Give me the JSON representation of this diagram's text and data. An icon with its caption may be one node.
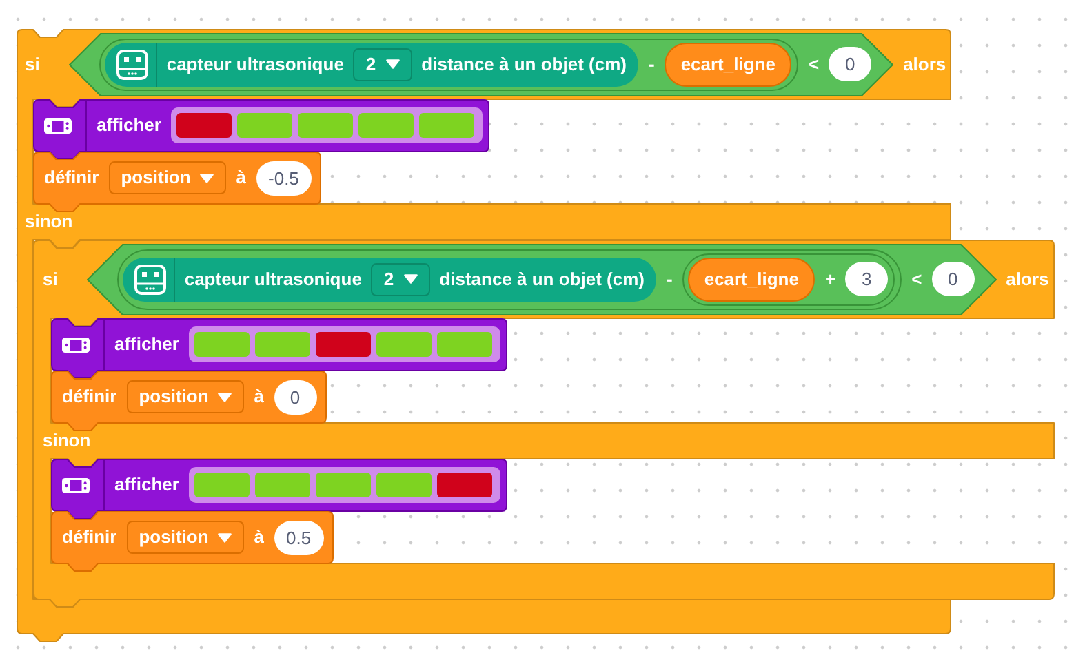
{
  "diagram": {
    "nodes": [
      {
        "text": [
          "si",
          "alors",
          "sinon"
        ]
      },
      {
        "text": [
          "<"
        ],
        "in": 0
      },
      {
        "text": [
          "-"
        ],
        "in": 1
      },
      {
        "text": [
          "capteur ultrasonique",
          "distance à un objet (cm)"
        ],
        "in": 2
      },
      {
        "text": [
          "2"
        ],
        "in": 3
      },
      {
        "text": [
          "ecart_ligne"
        ],
        "in": 2
      },
      {
        "text": [
          "0"
        ],
        "in": 1
      },
      {
        "text": [
          "afficher"
        ],
        "in": 0
      },
      {
        "text": [
          "définir",
          "à"
        ],
        "in": 0
      },
      {
        "text": [
          "position"
        ],
        "in": 8
      },
      {
        "text": [
          "-0.5"
        ],
        "in": 8
      },
      {
        "text": [
          "si",
          "alors",
          "sinon"
        ],
        "in": 0
      },
      {
        "text": [
          "<"
        ],
        "in": 11
      },
      {
        "text": [
          "-"
        ],
        "in": 12
      },
      {
        "text": [
          "capteur ultrasonique",
          "distance à un objet (cm)"
        ],
        "in": 13
      },
      {
        "text": [
          "2"
        ],
        "in": 14
      },
      {
        "text": [
          "+"
        ],
        "in": 13
      },
      {
        "text": [
          "ecart_ligne"
        ],
        "in": 16
      },
      {
        "text": [
          "3"
        ],
        "in": 16
      },
      {
        "text": [
          "0"
        ],
        "in": 12
      },
      {
        "text": [
          "afficher"
        ],
        "in": 11
      },
      {
        "text": [
          "définir",
          "à"
        ],
        "in": 11
      },
      {
        "text": [
          "position"
        ],
        "in": 21
      },
      {
        "text": [
          "0"
        ],
        "in": 21
      },
      {
        "text": [
          "afficher"
        ],
        "in": 11
      },
      {
        "text": [
          "définir",
          "à"
        ],
        "in": 11
      },
      {
        "text": [
          "position"
        ],
        "in": 25
      },
      {
        "text": [
          "0.5"
        ],
        "in": 25
      }
    ]
  }
}
